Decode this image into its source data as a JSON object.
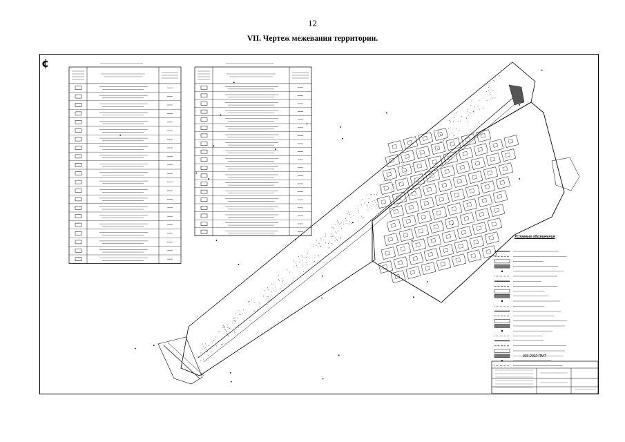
{
  "page": {
    "number": "12",
    "title": "VII.   Чертеж  межевания территории."
  },
  "sheet": {
    "legend_title": "Условные обозначения",
    "stamp_code": "333-2022-ПМТ",
    "corner_symbol": "¢"
  }
}
